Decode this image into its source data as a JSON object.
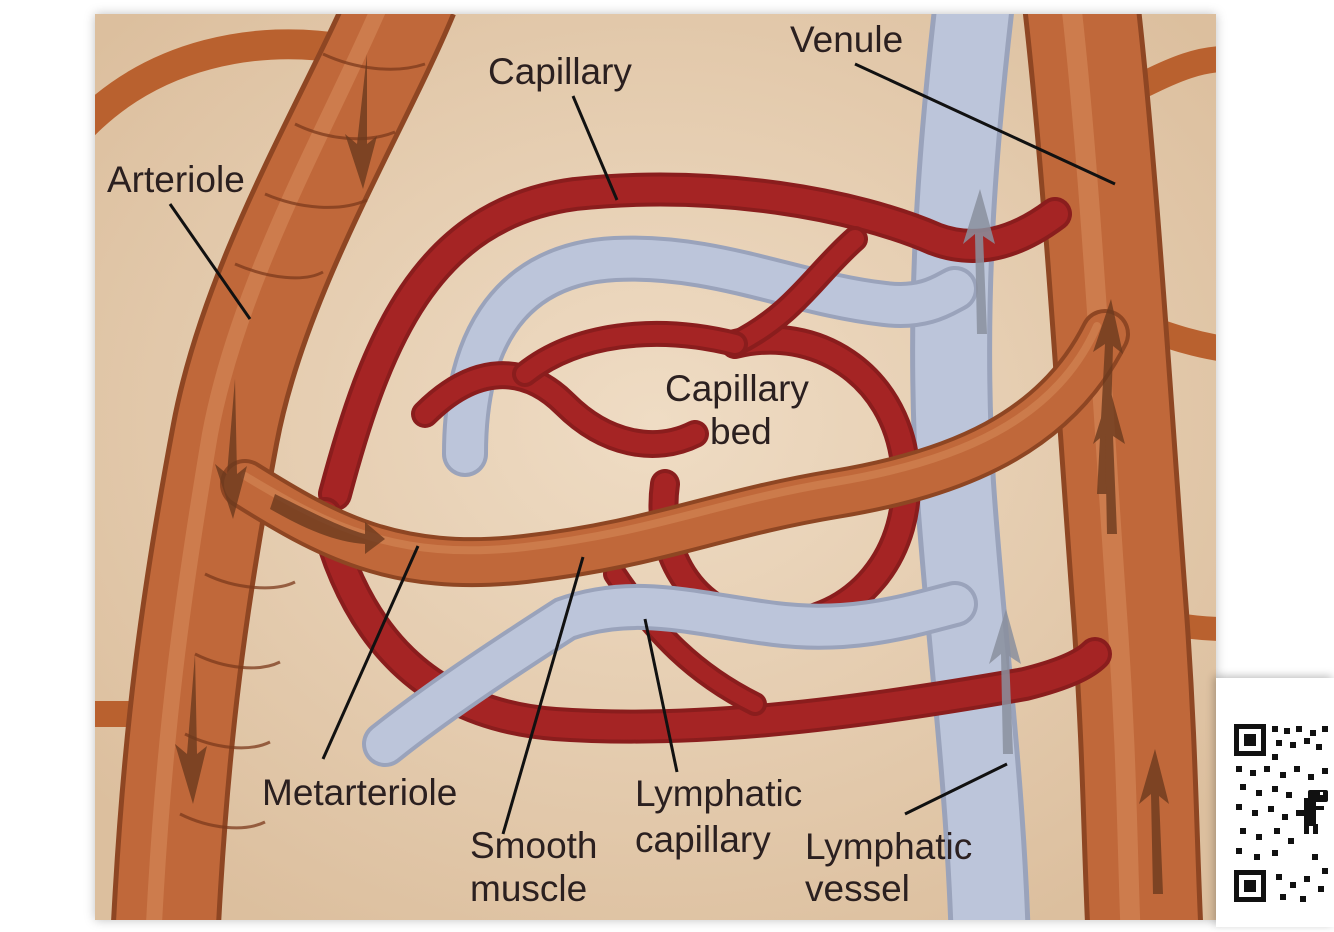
{
  "diagram": {
    "labels": {
      "venule": "Venule",
      "capillary": "Capillary",
      "arteriole": "Arteriole",
      "capillary_bed_line1": "Capillary",
      "capillary_bed_line2": "bed",
      "metarteriole": "Metarteriole",
      "smooth_muscle_line1": "Smooth",
      "smooth_muscle_line2": "muscle",
      "lymphatic_capillary_line1": "Lymphatic",
      "lymphatic_capillary_line2": "capillary",
      "lymphatic_vessel_line1": "Lymphatic",
      "lymphatic_vessel_line2": "vessel"
    },
    "colors": {
      "background": "#e9d3b9",
      "arteriole": "#c0683a",
      "venule": "#c0683a",
      "capillary": "#9b1f1f",
      "lymphatic": "#b9c2d8",
      "arrow": "#6b3a1e",
      "leader_line": "#111111"
    }
  },
  "qr_badge": {
    "icon": "qr-code-icon",
    "mascot": "dinosaur-icon"
  }
}
